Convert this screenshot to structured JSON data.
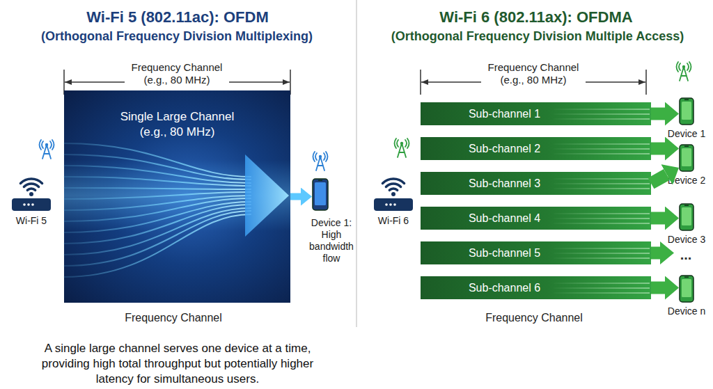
{
  "diagram": {
    "caption": "A single large channel serves one device at a time, providing high total throughput but potentially higher latency for simultaneous users.",
    "nodes": [
      {
        "text": [
          "Wi-Fi 5"
        ]
      },
      {
        "text": [
          "Single Large Channel (e.g., 80 MHz)"
        ]
      },
      {
        "text": [
          "Device 1: High bandwidth flow"
        ]
      },
      {
        "text": [
          "Wi-Fi 6"
        ]
      },
      {
        "text": [
          "Sub-channel 1"
        ]
      },
      {
        "text": [
          "Sub-channel 2"
        ]
      },
      {
        "text": [
          "Sub-channel 3"
        ]
      },
      {
        "text": [
          "Sub-channel 4"
        ]
      },
      {
        "text": [
          "Sub-channel 5"
        ]
      },
      {
        "text": [
          "Sub-channel 6"
        ]
      },
      {
        "text": [
          "Device 1"
        ]
      },
      {
        "text": [
          "Device 2"
        ]
      },
      {
        "text": [
          "Device 3"
        ]
      },
      {
        "text": [
          "Device n"
        ]
      }
    ],
    "edges": [
      {
        "from": 1,
        "to": 2,
        "arrow": "to"
      },
      {
        "from": 4,
        "to": 10,
        "arrow": "to"
      },
      {
        "from": 5,
        "to": 11,
        "arrow": "to"
      },
      {
        "from": 6,
        "to": 11,
        "arrow": "to"
      },
      {
        "from": 7,
        "to": 12,
        "arrow": "to"
      },
      {
        "from": 9,
        "to": 13,
        "arrow": "to"
      }
    ],
    "labels": [
      "Wi-Fi 5 (802.11ac): OFDM",
      "(Orthogonal Frequency Division Multiplexing)",
      "Frequency Channel (e.g., 80 MHz)",
      "Frequency Channel",
      "Wi-Fi 6 (802.11ax): OFDMA",
      "(Orthogonal Frequency Division Multiple Access)",
      "Frequency Channel (e.g., 80 MHz)",
      "...",
      "Frequency Channel"
    ]
  }
}
